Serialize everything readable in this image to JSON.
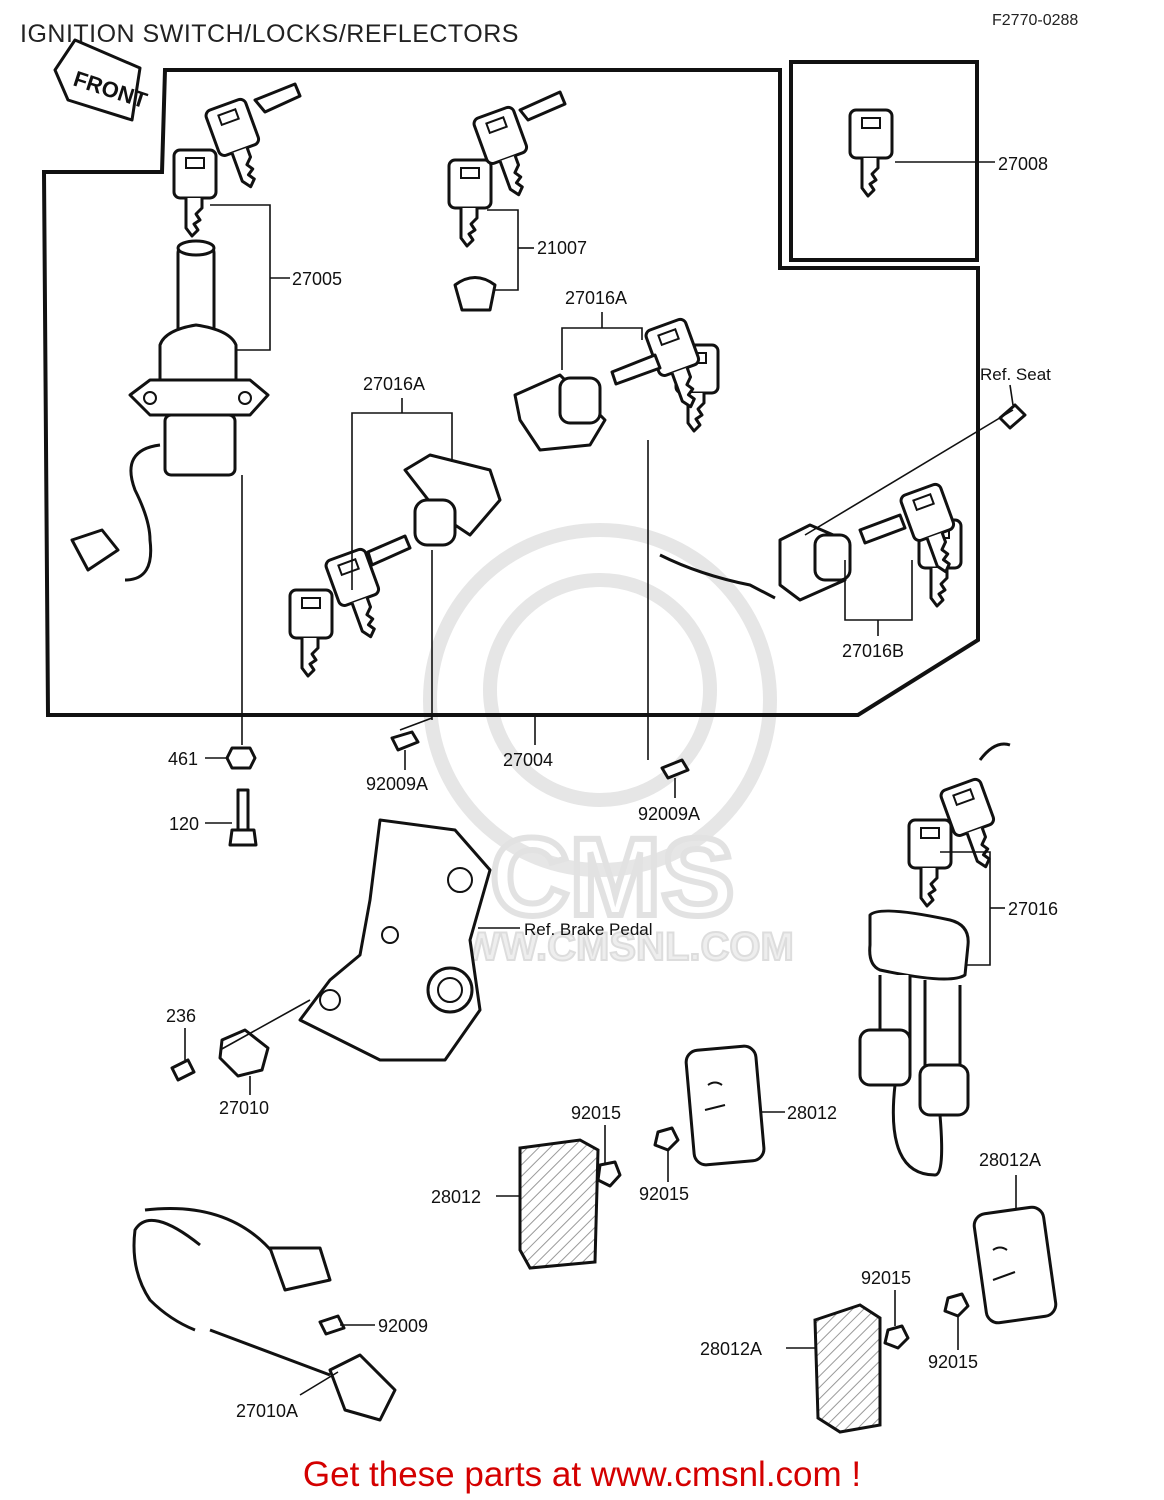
{
  "header": {
    "title": "IGNITION SWITCH/LOCKS/REFLECTORS",
    "diagram_code": "F2770-0288",
    "front_tag": "FRONT"
  },
  "watermark": {
    "logo_text": "CMS",
    "url_text": "WWW.CMSNL.COM"
  },
  "labels": {
    "p27008": "27008",
    "p21007": "21007",
    "p27005": "27005",
    "p27016A_top": "27016A",
    "p27016A_mid": "27016A",
    "ref_seat": "Ref. Seat",
    "p27016B": "27016B",
    "p461": "461",
    "p120": "120",
    "p92009A_left": "92009A",
    "p27004": "27004",
    "p92009A_right": "92009A",
    "p27016": "27016",
    "ref_brake_pedal": "Ref. Brake Pedal",
    "p236": "236",
    "p27010": "27010",
    "p92015_a": "92015",
    "p28012_right": "28012",
    "p28012_left": "28012",
    "p92015_b": "92015",
    "p28012A_top": "28012A",
    "p92015_c": "92015",
    "p28012A_bottom": "28012A",
    "p92015_d": "92015",
    "p92009": "92009",
    "p27010A": "27010A"
  },
  "footer": {
    "cta": "Get these parts at www.cmsnl.com !"
  }
}
